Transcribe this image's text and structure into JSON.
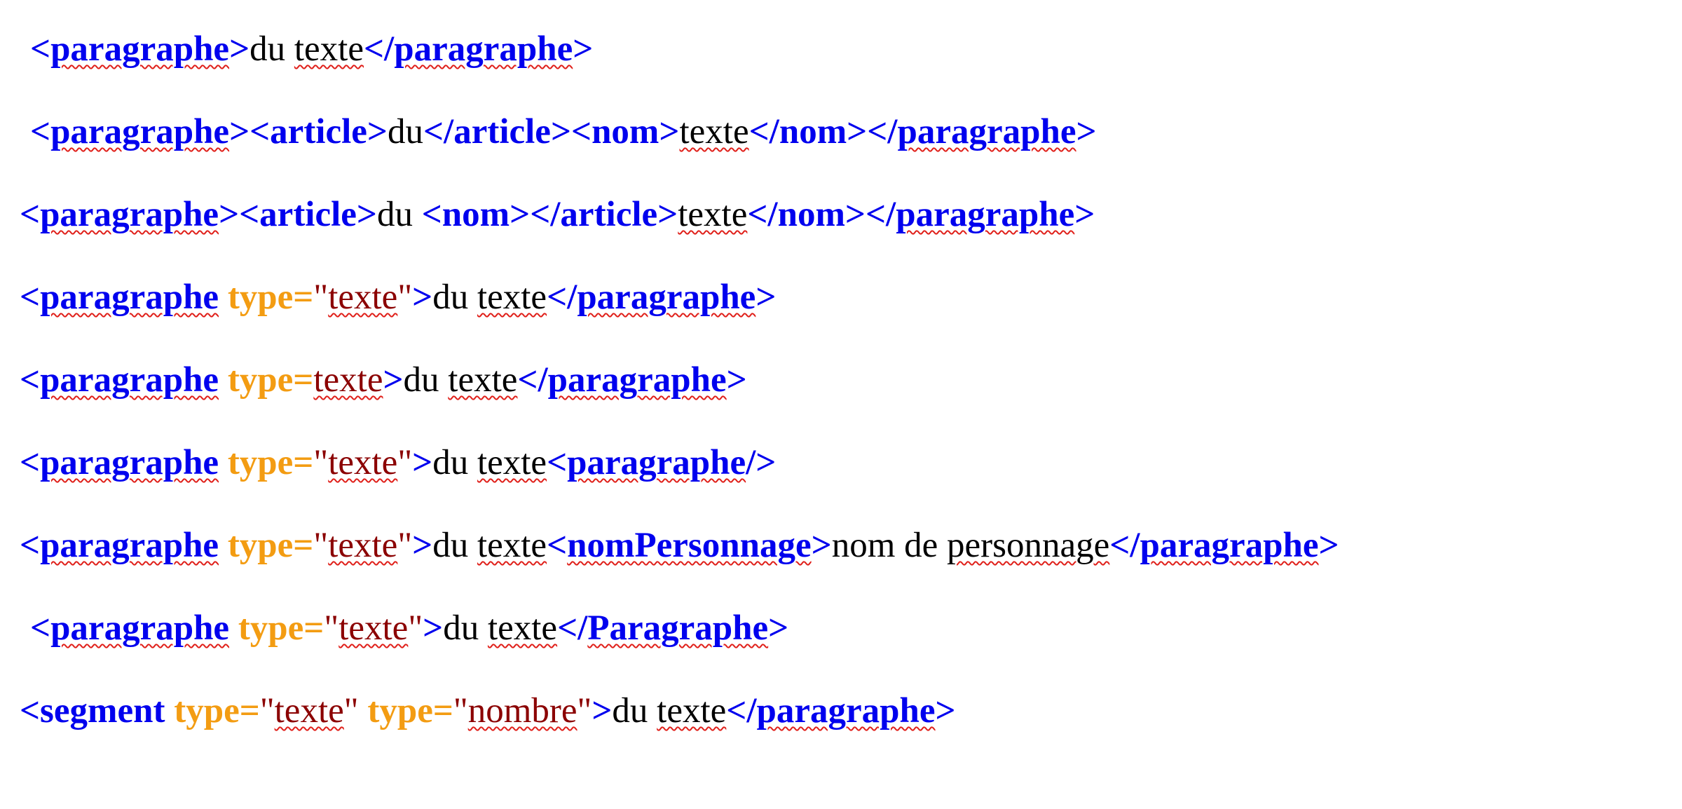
{
  "colors": {
    "tag": "#0000EE",
    "attribute": "#F39C12",
    "attribute_value": "#8B0000",
    "text": "#000000",
    "spellcheck_underline": "#E0201A",
    "background": "#FFFFFF"
  },
  "lines": [
    {
      "indent": true,
      "tokens": [
        {
          "text": "<",
          "kind": "tag"
        },
        {
          "text": "paragraphe",
          "kind": "tag",
          "sp": true
        },
        {
          "text": ">",
          "kind": "tag"
        },
        {
          "text": "du ",
          "kind": "text"
        },
        {
          "text": "texte",
          "kind": "text",
          "sp": true
        },
        {
          "text": "</",
          "kind": "tag"
        },
        {
          "text": "paragraphe",
          "kind": "tag",
          "sp": true
        },
        {
          "text": ">",
          "kind": "tag"
        }
      ]
    },
    {
      "indent": true,
      "tokens": [
        {
          "text": "<",
          "kind": "tag"
        },
        {
          "text": "paragraphe",
          "kind": "tag",
          "sp": true
        },
        {
          "text": "><article>",
          "kind": "tag"
        },
        {
          "text": "du",
          "kind": "text"
        },
        {
          "text": "</article><nom>",
          "kind": "tag"
        },
        {
          "text": "texte",
          "kind": "text",
          "sp": true
        },
        {
          "text": "</nom></",
          "kind": "tag"
        },
        {
          "text": "paragraphe",
          "kind": "tag",
          "sp": true
        },
        {
          "text": ">",
          "kind": "tag"
        }
      ]
    },
    {
      "indent": false,
      "tokens": [
        {
          "text": "<",
          "kind": "tag"
        },
        {
          "text": "paragraphe",
          "kind": "tag",
          "sp": true
        },
        {
          "text": "><article>",
          "kind": "tag"
        },
        {
          "text": "du ",
          "kind": "text"
        },
        {
          "text": "<nom></article>",
          "kind": "tag"
        },
        {
          "text": "texte",
          "kind": "text",
          "sp": true
        },
        {
          "text": "</nom></",
          "kind": "tag"
        },
        {
          "text": "paragraphe",
          "kind": "tag",
          "sp": true
        },
        {
          "text": ">",
          "kind": "tag"
        }
      ]
    },
    {
      "indent": false,
      "tokens": [
        {
          "text": "<",
          "kind": "tag"
        },
        {
          "text": "paragraphe",
          "kind": "tag",
          "sp": true
        },
        {
          "text": " ",
          "kind": "tag"
        },
        {
          "text": "type=",
          "kind": "attr"
        },
        {
          "text": "\"",
          "kind": "val"
        },
        {
          "text": "texte",
          "kind": "val",
          "sp": true
        },
        {
          "text": "\"",
          "kind": "val"
        },
        {
          "text": ">",
          "kind": "tag"
        },
        {
          "text": "du ",
          "kind": "text"
        },
        {
          "text": "texte",
          "kind": "text",
          "sp": true
        },
        {
          "text": "</",
          "kind": "tag"
        },
        {
          "text": "paragraphe",
          "kind": "tag",
          "sp": true
        },
        {
          "text": ">",
          "kind": "tag"
        }
      ]
    },
    {
      "indent": false,
      "tokens": [
        {
          "text": "<",
          "kind": "tag"
        },
        {
          "text": "paragraphe",
          "kind": "tag",
          "sp": true
        },
        {
          "text": " ",
          "kind": "tag"
        },
        {
          "text": "type=",
          "kind": "attr"
        },
        {
          "text": "texte",
          "kind": "val",
          "sp": true
        },
        {
          "text": ">",
          "kind": "tag"
        },
        {
          "text": "du ",
          "kind": "text"
        },
        {
          "text": "texte",
          "kind": "text",
          "sp": true
        },
        {
          "text": "</",
          "kind": "tag"
        },
        {
          "text": "paragraphe",
          "kind": "tag",
          "sp": true
        },
        {
          "text": ">",
          "kind": "tag"
        }
      ]
    },
    {
      "indent": false,
      "tokens": [
        {
          "text": "<",
          "kind": "tag"
        },
        {
          "text": "paragraphe",
          "kind": "tag",
          "sp": true
        },
        {
          "text": " ",
          "kind": "tag"
        },
        {
          "text": "type=",
          "kind": "attr"
        },
        {
          "text": "\"",
          "kind": "val"
        },
        {
          "text": "texte",
          "kind": "val",
          "sp": true
        },
        {
          "text": "\"",
          "kind": "val"
        },
        {
          "text": ">",
          "kind": "tag"
        },
        {
          "text": "du ",
          "kind": "text"
        },
        {
          "text": "texte",
          "kind": "text",
          "sp": true
        },
        {
          "text": "<",
          "kind": "tag"
        },
        {
          "text": "paragraphe",
          "kind": "tag",
          "sp": true
        },
        {
          "text": "/>",
          "kind": "tag"
        }
      ]
    },
    {
      "indent": false,
      "tokens": [
        {
          "text": "<",
          "kind": "tag"
        },
        {
          "text": "paragraphe",
          "kind": "tag",
          "sp": true
        },
        {
          "text": " ",
          "kind": "tag"
        },
        {
          "text": "type=",
          "kind": "attr"
        },
        {
          "text": "\"",
          "kind": "val"
        },
        {
          "text": "texte",
          "kind": "val",
          "sp": true
        },
        {
          "text": "\"",
          "kind": "val"
        },
        {
          "text": ">",
          "kind": "tag"
        },
        {
          "text": "du ",
          "kind": "text"
        },
        {
          "text": "texte",
          "kind": "text",
          "sp": true
        },
        {
          "text": "<",
          "kind": "tag"
        },
        {
          "text": "nomPersonnage",
          "kind": "tag",
          "sp": true
        },
        {
          "text": ">",
          "kind": "tag"
        },
        {
          "text": "nom de ",
          "kind": "text"
        },
        {
          "text": "personnage",
          "kind": "text",
          "sp": true
        },
        {
          "text": "</",
          "kind": "tag"
        },
        {
          "text": "paragraphe",
          "kind": "tag",
          "sp": true
        },
        {
          "text": ">",
          "kind": "tag"
        }
      ]
    },
    {
      "indent": true,
      "tokens": [
        {
          "text": "<",
          "kind": "tag"
        },
        {
          "text": "paragraphe",
          "kind": "tag",
          "sp": true
        },
        {
          "text": " ",
          "kind": "tag"
        },
        {
          "text": "type=",
          "kind": "attr"
        },
        {
          "text": "\"",
          "kind": "val"
        },
        {
          "text": "texte",
          "kind": "val",
          "sp": true
        },
        {
          "text": "\"",
          "kind": "val"
        },
        {
          "text": ">",
          "kind": "tag"
        },
        {
          "text": "du ",
          "kind": "text"
        },
        {
          "text": "texte",
          "kind": "text",
          "sp": true
        },
        {
          "text": "</",
          "kind": "tag"
        },
        {
          "text": "Paragraphe",
          "kind": "tag",
          "sp": true
        },
        {
          "text": ">",
          "kind": "tag"
        }
      ]
    },
    {
      "indent": false,
      "tokens": [
        {
          "text": "<segment ",
          "kind": "tag"
        },
        {
          "text": "type=",
          "kind": "attr"
        },
        {
          "text": "\"",
          "kind": "val"
        },
        {
          "text": "texte",
          "kind": "val",
          "sp": true
        },
        {
          "text": "\" ",
          "kind": "val"
        },
        {
          "text": "type=",
          "kind": "attr"
        },
        {
          "text": "\"",
          "kind": "val"
        },
        {
          "text": "nombre",
          "kind": "val",
          "sp": true
        },
        {
          "text": "\"",
          "kind": "val"
        },
        {
          "text": ">",
          "kind": "tag"
        },
        {
          "text": "du ",
          "kind": "text"
        },
        {
          "text": "texte",
          "kind": "text",
          "sp": true
        },
        {
          "text": "</",
          "kind": "tag"
        },
        {
          "text": "paragraphe",
          "kind": "tag",
          "sp": true
        },
        {
          "text": ">",
          "kind": "tag"
        }
      ]
    }
  ]
}
